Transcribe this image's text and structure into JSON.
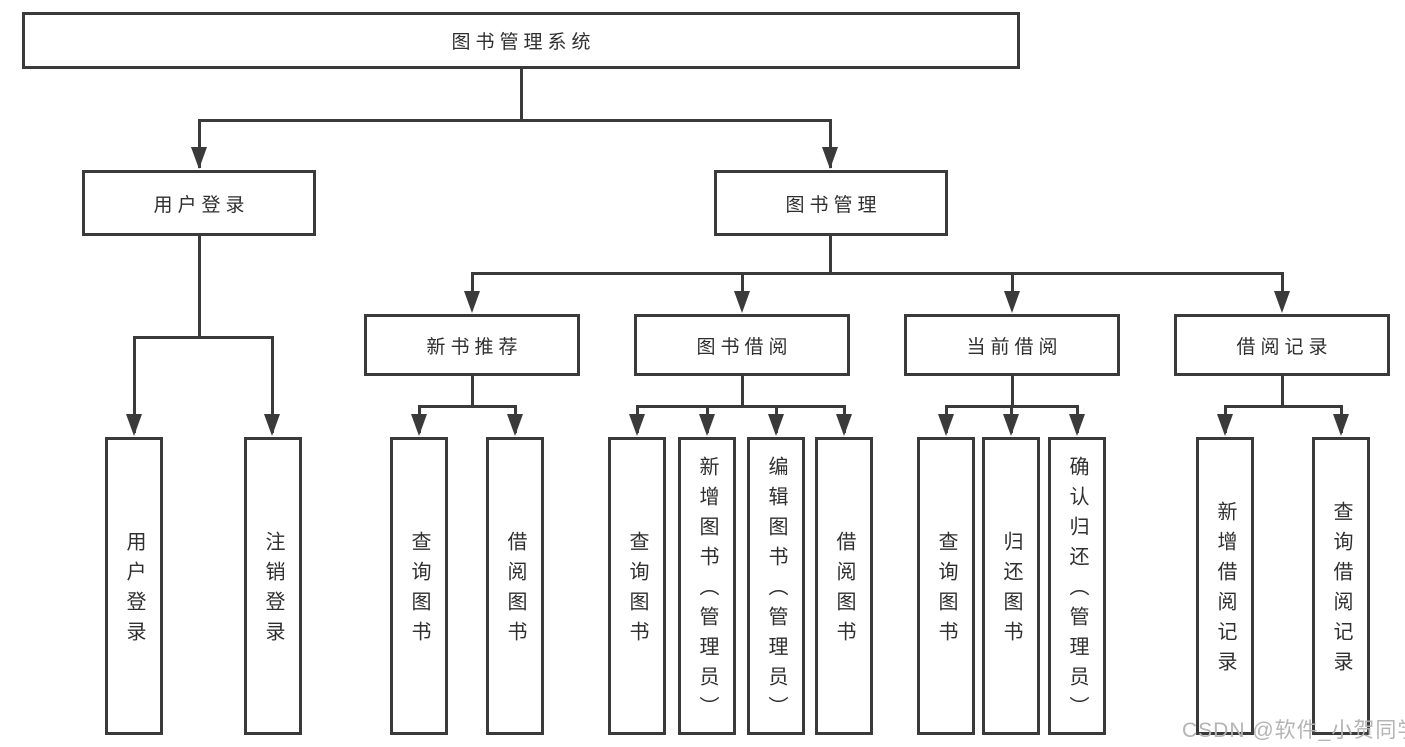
{
  "diagram": {
    "type": "hierarchy-tree",
    "watermark": "CSDN @软件_小贺同学",
    "colors": {
      "line": "#3a3a3a",
      "node_border": "#3a3a3a",
      "node_fill": "#ffffff",
      "text": "#2f2f2f",
      "watermark_text": "#b4b4b4",
      "background": "#ffffff"
    },
    "root": {
      "label": "图书管理系统"
    },
    "branches": [
      {
        "label": "用户登录",
        "leaves": [
          {
            "label": "用户登录"
          },
          {
            "label": "注销登录"
          }
        ]
      },
      {
        "label": "图书管理",
        "groups": [
          {
            "label": "新书推荐",
            "leaves": [
              {
                "label": "查询图书"
              },
              {
                "label": "借阅图书"
              }
            ]
          },
          {
            "label": "图书借阅",
            "leaves": [
              {
                "label": "查询图书"
              },
              {
                "label": "新增图书（管理员）"
              },
              {
                "label": "编辑图书（管理员）"
              },
              {
                "label": "借阅图书"
              }
            ]
          },
          {
            "label": "当前借阅",
            "leaves": [
              {
                "label": "查询图书"
              },
              {
                "label": "归还图书"
              },
              {
                "label": "确认归还（管理员）"
              }
            ]
          },
          {
            "label": "借阅记录",
            "leaves": [
              {
                "label": "新增借阅记录"
              },
              {
                "label": "查询借阅记录"
              }
            ]
          }
        ]
      }
    ]
  }
}
